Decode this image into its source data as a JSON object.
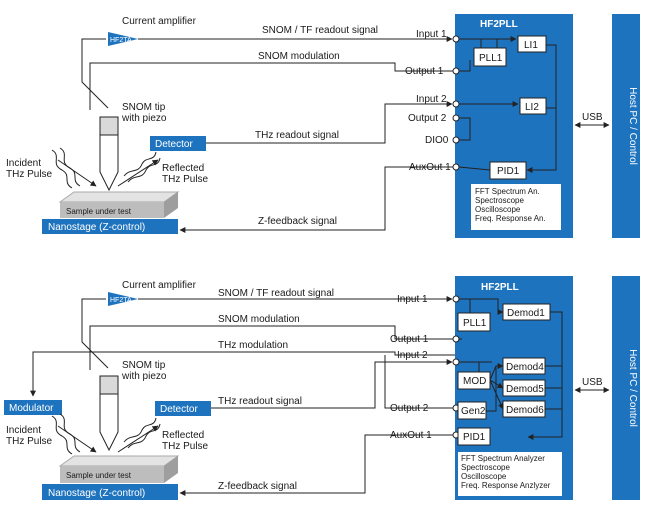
{
  "colors": {
    "blue": "#1e73be",
    "dark_blue": "#0f4f8e",
    "gray": "#c9c9c9",
    "line": "#222222"
  },
  "top": {
    "amp_title": "Current amplifier",
    "amp_badge": "HF2TA",
    "tip_label_1": "SNOM tip",
    "tip_label_2": "with piezo",
    "detector": "Detector",
    "incident_1": "Incident",
    "incident_2": "THz Pulse",
    "reflected_1": "Reflected",
    "reflected_2": "THz Pulse",
    "sample": "Sample under test",
    "nanostage": "Nanostage (Z-control)",
    "sig_snom_tf": "SNOM / TF readout signal",
    "sig_snom_mod": "SNOM modulation",
    "sig_thz_readout": "THz readout signal",
    "sig_zfeedback": "Z-feedback signal",
    "lockin_title": "HF2PLL",
    "ports": [
      "Input 1",
      "Output 1",
      "Input 2",
      "Output 2",
      "DIO0",
      "AuxOut 1"
    ],
    "blocks": {
      "pll": "PLL1",
      "li1": "LI1",
      "li2": "LI2",
      "pid": "PID1"
    },
    "features": [
      "FFT Spectrum An.",
      "Spectroscope",
      "Oscilloscope",
      "Freq. Response An."
    ],
    "usb": "USB",
    "host": "Host PC / Control"
  },
  "bottom": {
    "amp_title": "Current amplifier",
    "amp_badge": "HF2TA",
    "tip_label_1": "SNOM tip",
    "tip_label_2": "with piezo",
    "modulator": "Modulator",
    "detector": "Detector",
    "incident_1": "Incident",
    "incident_2": "THz Pulse",
    "reflected_1": "Reflected",
    "reflected_2": "THz Pulse",
    "sample": "Sample under test",
    "nanostage": "Nanostage (Z-control)",
    "sig_snom_tf": "SNOM / TF readout signal",
    "sig_snom_mod": "SNOM modulation",
    "sig_thz_mod": "THz modulation",
    "sig_thz_readout": "THz readout signal",
    "sig_zfeedback": "Z-feedback signal",
    "lockin_title": "HF2PLL",
    "ports": [
      "Input 1",
      "Output 1",
      "Input 2",
      "Output 2",
      "AuxOut 1"
    ],
    "blocks": {
      "pll": "PLL1",
      "mod": "MOD",
      "gen": "Gen2",
      "pid": "PID1",
      "demods": [
        "Demod1",
        "Demod4",
        "Demod5",
        "Demod6"
      ]
    },
    "features": [
      "FFT Spectrum Analyzer",
      "Spectroscope",
      "Oscilloscope",
      "Freq. Response Anzlyzer"
    ],
    "usb": "USB",
    "host": "Host PC / Control"
  }
}
